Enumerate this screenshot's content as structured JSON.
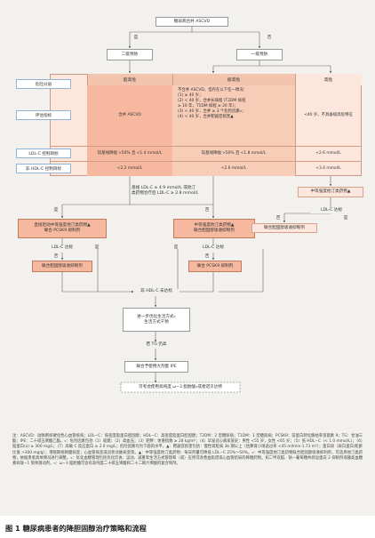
{
  "top": {
    "question": "糖尿病合并 ASCVD"
  },
  "branches": {
    "yes": "是",
    "no": "否"
  },
  "prevention": {
    "secondary": "二级预防",
    "primary": "一级预防"
  },
  "table": {
    "row_labels": [
      "危险分层",
      "评估指标",
      "LDL-C 控制目标",
      "非 HDL-C 控制目标"
    ],
    "columns": {
      "extreme": {
        "header": "超高危",
        "criteria": "合并 ASCVD",
        "ldl": "较基线降幅 >50% 且 <1.4 mmol/L",
        "nonhdl": "<2.2 mmol/L"
      },
      "very_high": {
        "header": "极高危",
        "criteria_lines": [
          "不合并 ASCVD，但存在以下任一情况：",
          "(1) ≥ 40 岁；",
          "(2) < 40 岁，合并长病程 (T2DM 病程",
          "≥ 10 年，T1DM 病程 ≥ 20 年)；",
          "(3) < 40 岁，合并 ≥ 3 个危险因素⁎；",
          "(4) < 40 岁，合并靶器官损害▲"
        ],
        "ldl": "较基线降幅 >50% 且 <1.8 mmol/L",
        "nonhdl": "<2.6 mmol/L"
      },
      "high": {
        "header": "高危",
        "criteria": "<40 岁，不具备极高危特征",
        "ldl": "<2.6 mmol/L",
        "nonhdl": "<3.4 mmol/L"
      }
    }
  },
  "flow": {
    "baseline_note_lines": [
      "基线 LDL-C ≥ 4.9 mmol/L 或他汀",
      "类药物治疗后 LDL-C ≥ 2.8 mmol/L"
    ],
    "box_left": [
      "直接启动中等强度他汀类药物▲",
      "联合 PCSK9 抑制剂"
    ],
    "box_mid": [
      "中等强度他汀类药物▲",
      "联合胆固醇吸收抑制剂"
    ],
    "box_right": [
      "中等强度他汀类药物▲"
    ],
    "ldl_target": "LDL-C 达标",
    "chol_inhibitor": "联合胆固醇吸收抑制剂",
    "pcsk9": "联合 PCSK9 抑制剂",
    "nonhdl_target": "非 HDL-C 未达标",
    "lifestyle_lines": [
      "进一步优化生活方式⁎",
      "生活方式干预"
    ],
    "tg_criteria": "若 TG 仍高",
    "ipe": "联合予使用大剂量 IPE",
    "omega3": "可考虑使用高纯度 ω−3 脂肪酸⁎或者诺贝达特"
  },
  "notes": "注：ASCVD：动脉粥样硬化性心血管疾病；LDL−C：低密度脂蛋白胆固醇；HDL−C：高密度脂蛋白胆固醇；T2DM：2 型糖尿病；T1DM：1 型糖尿病；PCSK9：前蛋白转化酶枯草溶菌素 9；TG：甘油三酯；IPE：二十碳五烯酸乙酯。⁎：危险因素包括（1）吸烟；（2）高血压；（3）肥胖：体重指数 ≥ 28 kg/m²；（4）早发冠心病家族史：男性 <55 岁，女性 <65 岁；（5）低 HDL−C（< 1.0 mmol/L）；（6）脂蛋白(a) ≥ 300 mg/L；（7）高敏 C 反应蛋白 ≥ 2.0 mg/L；危险因素均为下面的水平。▲：靶器官损害包括：慢性肾脏病 3b 期以上（估算肾小球滤过率 <45 ml/min·1.73 m²）；蛋白尿（尿白蛋白/肌酐比值 >300 mg/g）；增殖期视网膜病变；心血管病变或冠状动脉病变等。▲：中等强度他汀类药物：每日剂量可降低 LDL−C 25%～50%。⁎：中等强度他汀类药物联合胆固醇吸收抑制剂，可选择他汀类药物，依据患者具体情况进行调整。⁎：优化血糖管理包括优化饮食、运动、减重等生活方式管理和（或）应用可改善血脂谱或心血管结局的降糖药物。如二甲双胍、钠－葡萄糖共转运蛋白 2 抑制剂或胰高血糖素样肽−1 受体激动剂。⁎：ω−3 脂肪酸可含有高纯度二十碳五烯酸和二十二碳六烯酸的复合制剂。",
  "caption": "图 1 糖尿病患者的降胆固醇治疗策略和流程",
  "colors": {
    "panel": "#f2f1ee",
    "orange": "#f6b9a0",
    "peach": "#fde7dc",
    "header_strip": "#f3c4ad",
    "label_blue": "#8fb4d8"
  }
}
